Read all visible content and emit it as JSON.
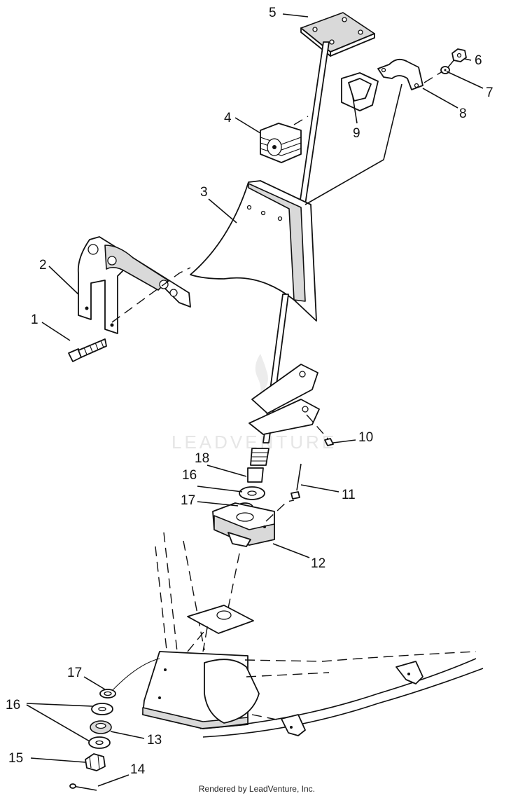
{
  "diagram": {
    "callouts": [
      {
        "id": "c1",
        "text": "1"
      },
      {
        "id": "c2",
        "text": "2"
      },
      {
        "id": "c3",
        "text": "3"
      },
      {
        "id": "c4",
        "text": "4"
      },
      {
        "id": "c5",
        "text": "5"
      },
      {
        "id": "c6",
        "text": "6"
      },
      {
        "id": "c7",
        "text": "7"
      },
      {
        "id": "c8",
        "text": "8"
      },
      {
        "id": "c9",
        "text": "9"
      },
      {
        "id": "c10",
        "text": "10"
      },
      {
        "id": "c11",
        "text": "11"
      },
      {
        "id": "c12",
        "text": "12"
      },
      {
        "id": "c13",
        "text": "13"
      },
      {
        "id": "c14",
        "text": "14"
      },
      {
        "id": "c15",
        "text": "15"
      },
      {
        "id": "c16a",
        "text": "16"
      },
      {
        "id": "c16b",
        "text": "16"
      },
      {
        "id": "c17a",
        "text": "17"
      },
      {
        "id": "c17b",
        "text": "17"
      },
      {
        "id": "c18",
        "text": "18"
      }
    ],
    "watermark": "LEADVENTURE",
    "footer": "Rendered by LeadVenture, Inc.",
    "colors": {
      "ink": "#111111",
      "shade": "#d9d9d9",
      "background": "#ffffff"
    }
  }
}
